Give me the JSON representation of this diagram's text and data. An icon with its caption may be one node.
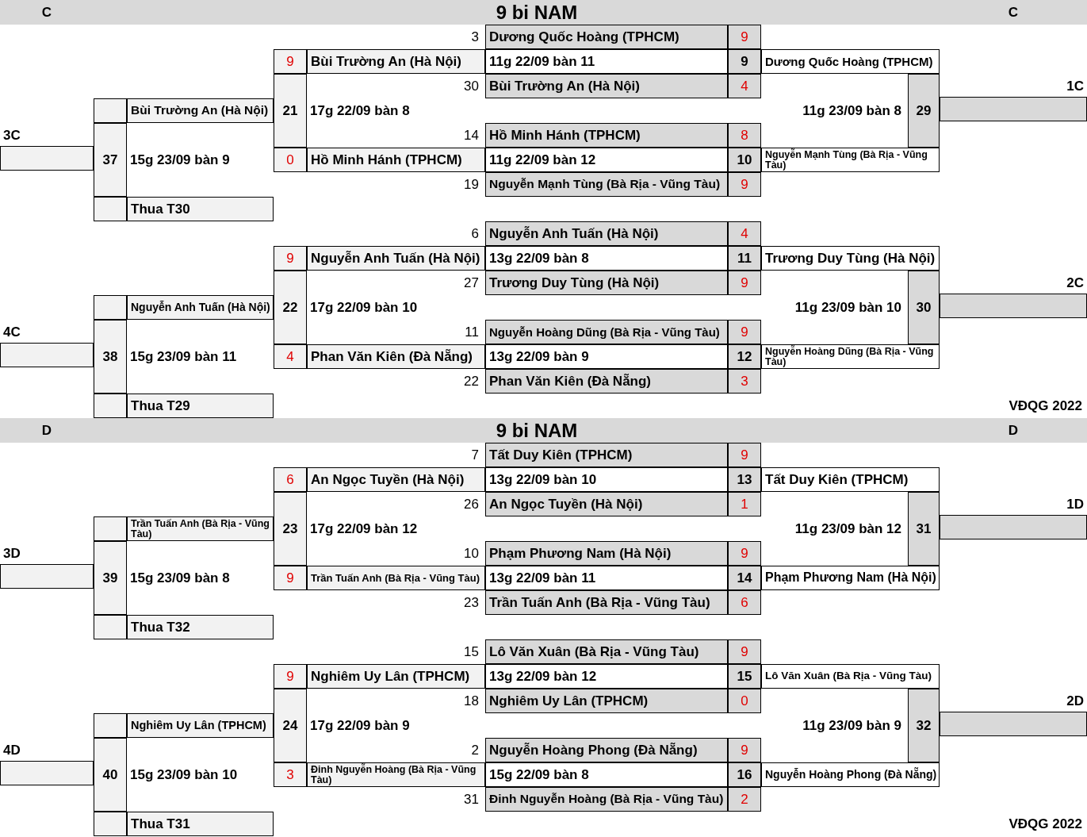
{
  "diagram": {
    "nodes": [
      {
        "text": [
          "C",
          "9 bi NAM",
          "C"
        ]
      },
      {
        "text": [
          "Dương Quốc Hoàng (TPHCM)",
          "9"
        ],
        "beside": [
          "3"
        ]
      },
      {
        "text": [
          "11g 22/09 bàn 11",
          "9"
        ]
      },
      {
        "text": [
          "Bùi Trường An (Hà Nội)",
          "4"
        ],
        "beside": [
          "30"
        ]
      },
      {
        "text": [
          "Hồ Minh Hánh (TPHCM)",
          "8"
        ],
        "beside": [
          "14"
        ]
      },
      {
        "text": [
          "11g 22/09 bàn 12",
          "10"
        ]
      },
      {
        "text": [
          "Nguyễn Mạnh Tùng (Bà Rịa - Vũng Tàu)",
          "9"
        ],
        "beside": [
          "19"
        ]
      },
      {
        "text": [
          "Dương Quốc Hoàng (TPHCM)"
        ]
      },
      {
        "text": [
          "11g 23/09 bàn 8",
          "29"
        ]
      },
      {
        "text": [
          "Nguyễn Mạnh Tùng (Bà Rịa - Vũng Tàu)"
        ]
      },
      {
        "text": [
          "1C"
        ]
      },
      {
        "text": [
          "9",
          "Bùi Trường An (Hà Nội)"
        ]
      },
      {
        "text": [
          "21",
          "17g 22/09 bàn 8"
        ]
      },
      {
        "text": [
          "0",
          "Hồ Minh Hánh (TPHCM)"
        ]
      },
      {
        "text": [
          "Bùi Trường An (Hà Nội)"
        ]
      },
      {
        "text": [
          "37",
          "15g 23/09 bàn 9"
        ]
      },
      {
        "text": [
          "Thua T30"
        ]
      },
      {
        "text": [
          "3C"
        ]
      },
      {
        "text": [
          "Nguyễn Anh Tuấn (Hà Nội)",
          "4"
        ],
        "beside": [
          "6"
        ]
      },
      {
        "text": [
          "13g 22/09 bàn 8",
          "11"
        ]
      },
      {
        "text": [
          "Trương Duy Tùng (Hà Nội)",
          "9"
        ],
        "beside": [
          "27"
        ]
      },
      {
        "text": [
          "Nguyễn Hoàng Dũng (Bà Rịa - Vũng Tàu)",
          "9"
        ],
        "beside": [
          "11"
        ]
      },
      {
        "text": [
          "13g 22/09 bàn 9",
          "12"
        ]
      },
      {
        "text": [
          "Phan Văn Kiên (Đà Nẵng)",
          "3"
        ],
        "beside": [
          "22"
        ]
      },
      {
        "text": [
          "Trương Duy Tùng (Hà Nội)"
        ]
      },
      {
        "text": [
          "11g 23/09 bàn 10",
          "30"
        ]
      },
      {
        "text": [
          "Nguyễn Hoàng Dũng (Bà Rịa - Vũng Tàu)"
        ]
      },
      {
        "text": [
          "2C"
        ]
      },
      {
        "text": [
          "9",
          "Nguyễn Anh Tuấn (Hà Nội)"
        ]
      },
      {
        "text": [
          "22",
          "17g 22/09 bàn 10"
        ]
      },
      {
        "text": [
          "4",
          "Phan Văn Kiên (Đà Nẵng)"
        ]
      },
      {
        "text": [
          "Nguyễn Anh Tuấn (Hà Nội)"
        ]
      },
      {
        "text": [
          "38",
          "15g 23/09 bàn 11"
        ]
      },
      {
        "text": [
          "Thua T29"
        ]
      },
      {
        "text": [
          "4C"
        ]
      },
      {
        "text": [
          "D",
          "9 bi NAM",
          "D"
        ]
      },
      {
        "text": [
          "Tất Duy Kiên (TPHCM)",
          "9"
        ],
        "beside": [
          "7"
        ]
      },
      {
        "text": [
          "13g 22/09 bàn 10",
          "13"
        ]
      },
      {
        "text": [
          "An Ngọc Tuyền (Hà Nội)",
          "1"
        ],
        "beside": [
          "26"
        ]
      },
      {
        "text": [
          "Phạm Phương Nam (Hà Nội)",
          "9"
        ],
        "beside": [
          "10"
        ]
      },
      {
        "text": [
          "13g 22/09 bàn 11",
          "14"
        ]
      },
      {
        "text": [
          "Trần Tuấn Anh (Bà Rịa - Vũng Tàu)",
          "6"
        ],
        "beside": [
          "23"
        ]
      },
      {
        "text": [
          "Tất Duy Kiên (TPHCM)"
        ]
      },
      {
        "text": [
          "11g 23/09 bàn 12",
          "31"
        ]
      },
      {
        "text": [
          "Phạm Phương Nam (Hà Nội)"
        ]
      },
      {
        "text": [
          "1D"
        ]
      },
      {
        "text": [
          "6",
          "An Ngọc Tuyền (Hà Nội)"
        ]
      },
      {
        "text": [
          "23",
          "17g 22/09 bàn 12"
        ]
      },
      {
        "text": [
          "9",
          "Trần Tuấn Anh (Bà Rịa - Vũng Tàu)"
        ]
      },
      {
        "text": [
          "Trần Tuấn Anh (Bà Rịa - Vũng Tàu)"
        ]
      },
      {
        "text": [
          "39",
          "15g 23/09 bàn 8"
        ]
      },
      {
        "text": [
          "Thua T32"
        ]
      },
      {
        "text": [
          "3D"
        ]
      },
      {
        "text": [
          "Lô Văn Xuân (Bà Rịa - Vũng Tàu)",
          "9"
        ],
        "beside": [
          "15"
        ]
      },
      {
        "text": [
          "13g 22/09 bàn 12",
          "15"
        ]
      },
      {
        "text": [
          "Nghiêm Uy Lân (TPHCM)",
          "0"
        ],
        "beside": [
          "18"
        ]
      },
      {
        "text": [
          "Nguyễn Hoàng Phong (Đà Nẵng)",
          "9"
        ],
        "beside": [
          "2"
        ]
      },
      {
        "text": [
          "15g 22/09 bàn 8",
          "16"
        ]
      },
      {
        "text": [
          "Đinh Nguyễn Hoàng (Bà Rịa - Vũng Tàu)",
          "2"
        ],
        "beside": [
          "31"
        ]
      },
      {
        "text": [
          "Lô Văn Xuân (Bà Rịa - Vũng Tàu)"
        ]
      },
      {
        "text": [
          "11g 23/09 bàn 9",
          "32"
        ]
      },
      {
        "text": [
          "Nguyễn Hoàng Phong (Đà Nẵng)"
        ]
      },
      {
        "text": [
          "2D"
        ]
      },
      {
        "text": [
          "9",
          "Nghiêm Uy Lân (TPHCM)"
        ]
      },
      {
        "text": [
          "24",
          "17g 22/09 bàn 9"
        ]
      },
      {
        "text": [
          "3",
          "Đinh Nguyễn Hoàng (Bà Rịa - Vũng Tàu)"
        ]
      },
      {
        "text": [
          "Nghiêm Uy Lân (TPHCM)"
        ]
      },
      {
        "text": [
          "40",
          "15g 23/09 bàn 10"
        ]
      },
      {
        "text": [
          "Thua T31"
        ]
      },
      {
        "text": [
          "4D"
        ]
      }
    ],
    "labels": [
      "VĐQG 2022",
      "VĐQG 2022"
    ]
  }
}
